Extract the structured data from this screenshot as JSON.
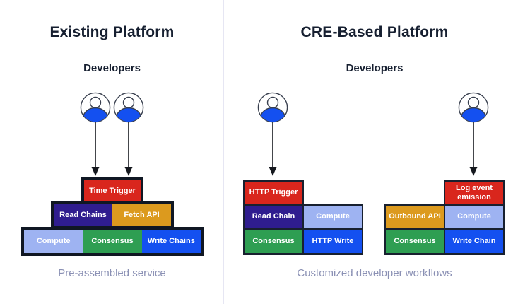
{
  "colors": {
    "red": "#D9261D",
    "indigo": "#2F1D8F",
    "orange": "#DC9A1E",
    "periwinkle": "#9EB3F2",
    "green": "#2E9E52",
    "blue": "#1450F0",
    "frame_outline": "#101723",
    "title_text": "#161F30",
    "caption_text": "#8A90B4",
    "divider": "#E6E6F3",
    "block_text": "#FFFFFF",
    "person_fill": "#1450F0"
  },
  "left_panel": {
    "title": "Existing Platform",
    "subtitle": "Developers",
    "caption": "Pre-assembled service",
    "pyramid": {
      "tier1": [
        {
          "label": "Time Trigger",
          "color": "#D9261D"
        }
      ],
      "tier2": [
        {
          "label": "Read Chains",
          "color": "#2F1D8F"
        },
        {
          "label": "Fetch API",
          "color": "#DC9A1E"
        }
      ],
      "tier3": [
        {
          "label": "Compute",
          "color": "#9EB3F2"
        },
        {
          "label": "Consensus",
          "color": "#2E9E52"
        },
        {
          "label": "Write Chains",
          "color": "#1450F0"
        }
      ]
    }
  },
  "right_panel": {
    "title": "CRE-Based Platform",
    "subtitle": "Developers",
    "caption": "Customized developer workflows",
    "workflow_a": {
      "cells": [
        {
          "label": "HTTP Trigger",
          "color": "#D9261D"
        },
        {
          "label": "Read Chain",
          "color": "#2F1D8F"
        },
        {
          "label": "Compute",
          "color": "#9EB3F2"
        },
        {
          "label": "Consensus",
          "color": "#2E9E52"
        },
        {
          "label": "HTTP Write",
          "color": "#1450F0"
        }
      ]
    },
    "workflow_b": {
      "cells": [
        {
          "label": "Log event emission",
          "color": "#D9261D"
        },
        {
          "label": "Outbound API",
          "color": "#DC9A1E"
        },
        {
          "label": "Compute",
          "color": "#9EB3F2"
        },
        {
          "label": "Consensus",
          "color": "#2E9E52"
        },
        {
          "label": "Write Chain",
          "color": "#1450F0"
        }
      ]
    }
  }
}
